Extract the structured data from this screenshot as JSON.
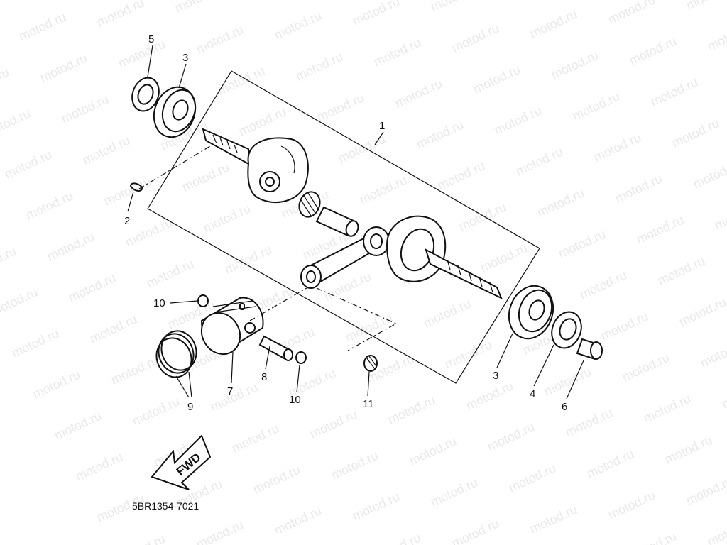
{
  "diagram": {
    "watermark_text": "motod.ru",
    "part_code": "5BR1354-7021",
    "direction_label": "FWD",
    "callouts": [
      {
        "id": "c1",
        "label": "1"
      },
      {
        "id": "c2",
        "label": "2"
      },
      {
        "id": "c3a",
        "label": "3"
      },
      {
        "id": "c3b",
        "label": "3"
      },
      {
        "id": "c4",
        "label": "4"
      },
      {
        "id": "c5",
        "label": "5"
      },
      {
        "id": "c6",
        "label": "6"
      },
      {
        "id": "c7",
        "label": "7"
      },
      {
        "id": "c8",
        "label": "8"
      },
      {
        "id": "c9",
        "label": "9"
      },
      {
        "id": "c10a",
        "label": "10"
      },
      {
        "id": "c10b",
        "label": "10"
      },
      {
        "id": "c11",
        "label": "11"
      }
    ]
  }
}
